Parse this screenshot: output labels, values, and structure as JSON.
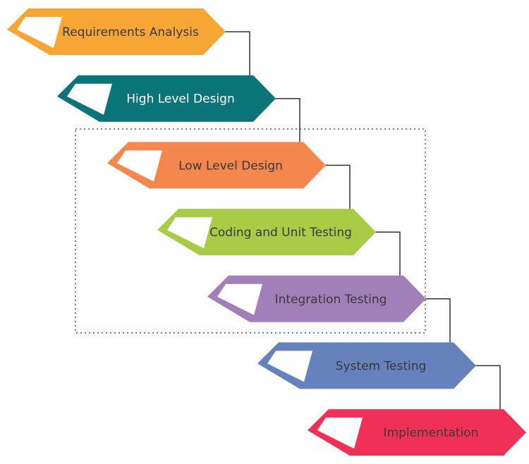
{
  "stages": [
    {
      "label": "Requirements Analysis",
      "color": "#F7A535",
      "text_color": "#3a3a3a"
    },
    {
      "label": "High Level Design",
      "color": "#0B7478",
      "text_color": "#ffffff"
    },
    {
      "label": "Low Level Design",
      "color": "#F4874E",
      "text_color": "#3a3a3a"
    },
    {
      "label": "Coding and Unit Testing",
      "color": "#A8CC46",
      "text_color": "#3a3a3a"
    },
    {
      "label": "Integration Testing",
      "color": "#A27FB8",
      "text_color": "#3a3a3a"
    },
    {
      "label": "System Testing",
      "color": "#6582BD",
      "text_color": "#3a3a3a"
    },
    {
      "label": "Implementation",
      "color": "#EF3158",
      "text_color": "#3a3a3a"
    }
  ],
  "connector_color": "#333333",
  "highlight_box": {
    "style": "dotted",
    "color": "#333333",
    "covers_stages": [
      "Low Level Design",
      "Coding and Unit Testing",
      "Integration Testing"
    ]
  }
}
